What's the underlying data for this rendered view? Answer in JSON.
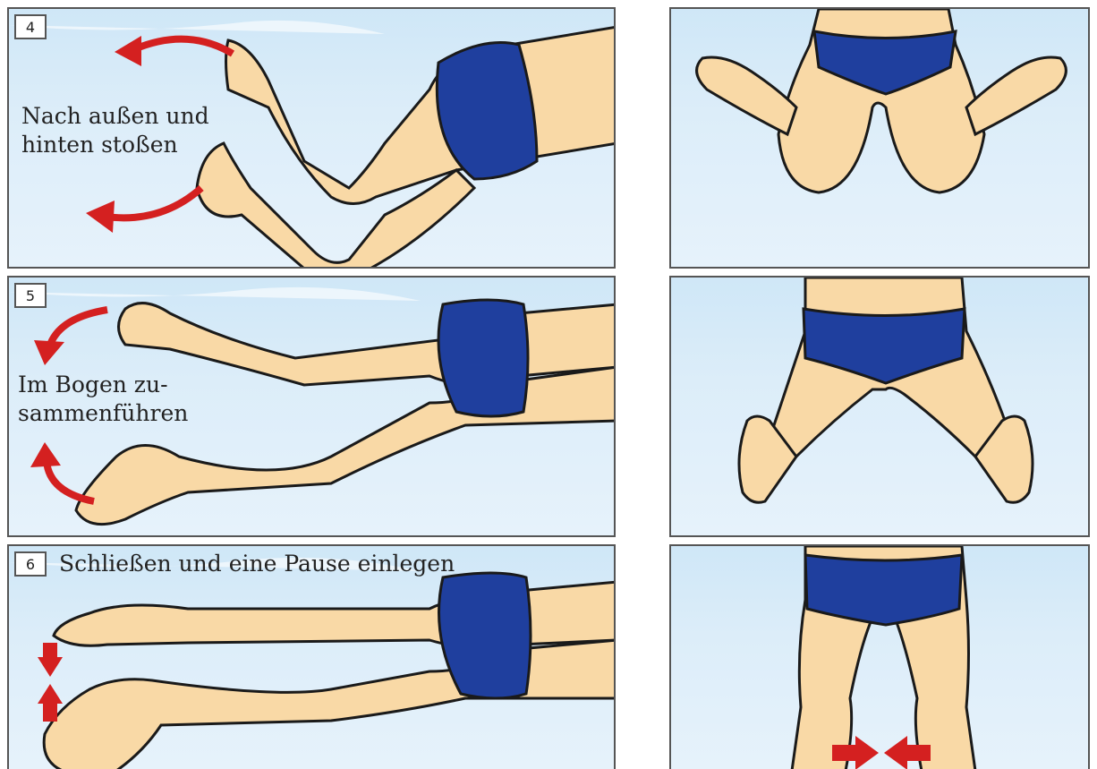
{
  "steps": [
    {
      "number": "4",
      "caption_line1": "Nach außen und",
      "caption_line2": "hinten stoßen"
    },
    {
      "number": "5",
      "caption_line1": "Im Bogen zu-",
      "caption_line2": "sammenführen"
    },
    {
      "number": "6",
      "caption_line1": "Schließen und eine Pause einlegen",
      "caption_line2": ""
    }
  ],
  "colors": {
    "skin": "#f9d9a6",
    "swimsuit": "#1f3f9e",
    "arrow": "#d42020",
    "water": "#d6eaf7",
    "outline": "#1a1a1a"
  }
}
